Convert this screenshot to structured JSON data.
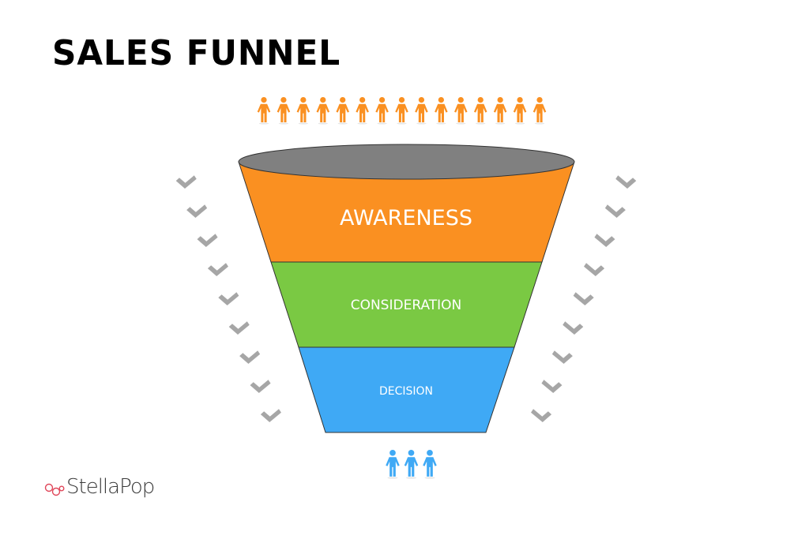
{
  "title": "SALES FUNNEL",
  "funnel": {
    "rim_color": "#808080",
    "stages": [
      {
        "label": "AWARENESS",
        "color": "#FA9021"
      },
      {
        "label": "CONSIDERATION",
        "color": "#7AC943"
      },
      {
        "label": "DECISION",
        "color": "#3FA9F5"
      }
    ]
  },
  "people_in": {
    "count": 15,
    "color": "#FA9021",
    "icon": "person-icon"
  },
  "people_out": {
    "count": 3,
    "color": "#3FA9F5",
    "icon": "person-icon"
  },
  "chevrons": {
    "per_side": 9,
    "color": "#A6A6A6",
    "icon": "chevron-down-icon"
  },
  "logo": {
    "text": "StellaPop",
    "mark_color": "#E0475A"
  }
}
